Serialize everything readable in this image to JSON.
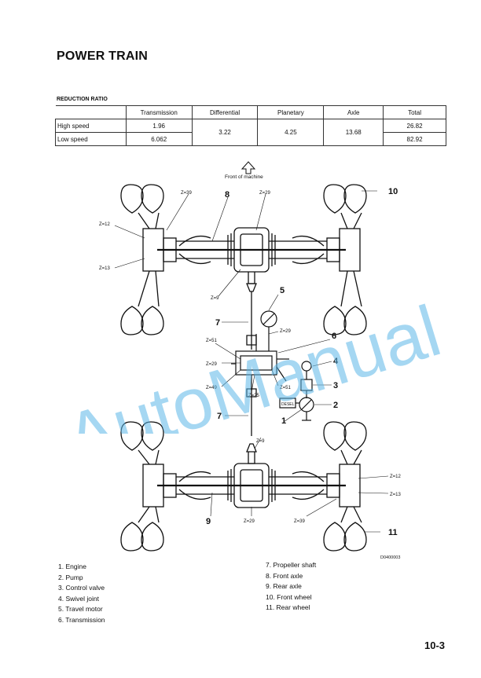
{
  "title": "POWER TRAIN",
  "subtitle": "REDUCTION RATIO",
  "table": {
    "headers": [
      "Transmission",
      "Differential",
      "Planetary",
      "Axle",
      "Total"
    ],
    "rows": [
      {
        "label": "High speed",
        "transmission": "1.96",
        "total": "26.82"
      },
      {
        "label": "Low speed",
        "transmission": "6.062",
        "total": "82.92"
      }
    ],
    "shared": {
      "differential": "3.22",
      "planetary": "4.25",
      "axle": "13.68"
    }
  },
  "diagram": {
    "front_label": "Front of machine",
    "code": "D0400003",
    "callouts": [
      "1",
      "2",
      "3",
      "4",
      "5",
      "6",
      "7",
      "7",
      "8",
      "9",
      "10",
      "11"
    ],
    "teeth": {
      "z39_top": "Z=39",
      "z29_top": "Z=29",
      "z12_left": "Z=12",
      "z13_left": "Z=13",
      "z9_top": "Z=9",
      "z29_mid": "Z=29",
      "z51_left": "Z=51",
      "z29_left": "Z=29",
      "z49": "Z=49",
      "z25": "Z=25",
      "z51_right": "Z=51",
      "z9_bottom": "Z=9",
      "z12_right": "Z=12",
      "z13_right": "Z=13",
      "z29_bottom": "Z=29",
      "z39_bottom": "Z=39"
    },
    "engine_label": "DESEL"
  },
  "legend_left": [
    "1.  Engine",
    "2.  Pump",
    "3.  Control valve",
    "4.  Swivel joint",
    "5.  Travel motor",
    "6.  Transmission"
  ],
  "legend_right": [
    "7.  Propeller shaft",
    "8.  Front axle",
    "9.  Rear axle",
    "10.  Front wheel",
    "11.  Rear wheel"
  ],
  "page_number": "10-3",
  "watermark": "AutoManual",
  "colors": {
    "watermark": "#5bb6e8",
    "ink": "#111111"
  }
}
